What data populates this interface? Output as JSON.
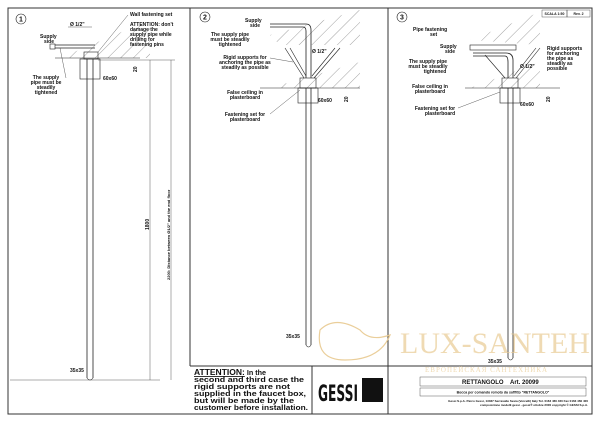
{
  "header": {
    "scale": "SCALA 1:50",
    "rev": "Rev. 2"
  },
  "panel1": {
    "number": "1",
    "supply": [
      "Supply",
      "side"
    ],
    "diameter": "Ø 1/2\"",
    "wall_fastening": "Wall fastening set",
    "attention": [
      "ATTENTION: don't",
      "damage the",
      "supply pipe while",
      "drilling for",
      "fastening pins"
    ],
    "steady": [
      "The supply",
      "pipe must be",
      "steadily",
      "tightened"
    ],
    "dim_20": "20",
    "dim_box": "60x60",
    "dim_height": "1800",
    "dim_distance": "2200: Distance between Ø1/2\" and the end floor",
    "dim_bottom": "35x35"
  },
  "panel2": {
    "number": "2",
    "supply": [
      "Supply",
      "side"
    ],
    "steady": [
      "The supply pipe",
      "must be steadily",
      "tightened"
    ],
    "rigid": [
      "Rigid supports for",
      "anchoring the pipe as",
      "steadily as possible"
    ],
    "diameter": "Ø 1/2\"",
    "false_ceiling": [
      "False ceiling in",
      "plasterboard"
    ],
    "fastening": [
      "Fastening set for",
      "plasterboard"
    ],
    "dim_20": "20",
    "dim_box": "60x60",
    "dim_bottom": "35x35"
  },
  "panel3": {
    "number": "3",
    "pipe_fastening": [
      "Pipe fastening",
      "set"
    ],
    "supply": [
      "Supply",
      "side"
    ],
    "steady": [
      "The supply pipe",
      "must be steadily",
      "tightened"
    ],
    "rigid": [
      "Rigid supports",
      "for anchoring",
      "the pipe as",
      "steadily as",
      "possible"
    ],
    "diameter": "Ø 1/2\"",
    "false_ceiling": [
      "False ceiling in",
      "plasterboard"
    ],
    "fastening": [
      "Fastening set for",
      "plasterboard"
    ],
    "dim_20": "20",
    "dim_box": "60x60",
    "dim_bottom": "35x35"
  },
  "attention_note": {
    "heading": "ATTENTION:",
    "lines": [
      " In the",
      "second and third case the",
      "rigid supports are not",
      "supplied in the faucet box,",
      "but will be made by the",
      "customer before installation."
    ]
  },
  "logo": {
    "text": "GESSI"
  },
  "title_block": {
    "product": "RETTANGOLO",
    "article": "Art. 20099",
    "description": "Bocca per comando remoto da soffitto \"RETTANGOLO\"",
    "footer": [
      "Gessi S.p.A. Parco Gessi, 13037 Serravalle Sesia (Vercelli) Italy Tel. 0163 460 460 Fax 0163 460 400",
      "composizione modelli gessi - gessi® ottobre 2000 copyright © GESSI S.p.A."
    ]
  },
  "watermark": {
    "text": "LUX-SANTEH",
    "subtitle": "ЕВРОПЕЙСКАЯ САНТЕХНИКА"
  }
}
